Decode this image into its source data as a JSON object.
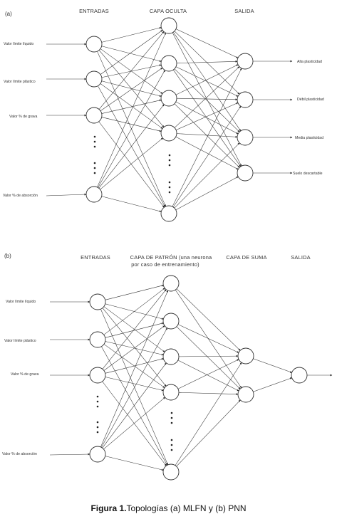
{
  "diagram_a": {
    "tag": "(a)",
    "headers": {
      "inputs": "ENTRADAS",
      "hidden": "CAPA OCULTA",
      "output": "SALIDA"
    },
    "input_labels": [
      "Valor límite líquido",
      "Valor límite plástico",
      "Valor % de grava",
      "Valor % de absorción"
    ],
    "output_labels": [
      "Alta plasticidad",
      "Débil plasticidad",
      "Media plasticidad",
      "Suelo descartable"
    ]
  },
  "diagram_b": {
    "tag": "(b)",
    "headers": {
      "inputs": "ENTRADAS",
      "pattern_line1": "CAPA DE PATRÓN (una neurona",
      "pattern_line2": "por caso de entrenamiento)",
      "sum": "CAPA DE SUMA",
      "output": "SALIDA"
    },
    "input_labels": [
      "Valor límite líquido",
      "Valor límite plástico",
      "Valor % de grava",
      "Valor % de absorción"
    ]
  },
  "caption": {
    "bold": "Figura 1.",
    "text": "Topologías (a) MLFN y (b) PNN"
  }
}
